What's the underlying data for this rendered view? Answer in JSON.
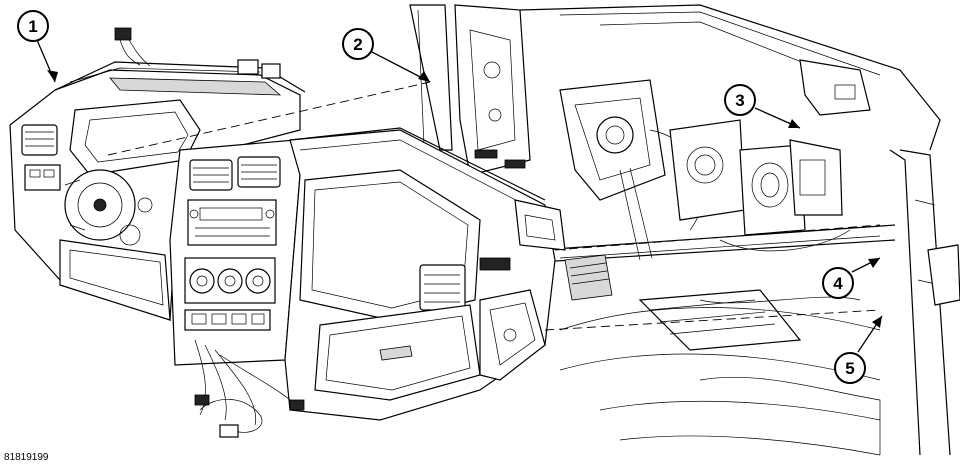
{
  "figure": {
    "id_label": "81819199"
  },
  "callouts": [
    {
      "number": "1"
    },
    {
      "number": "2"
    },
    {
      "number": "3"
    },
    {
      "number": "4"
    },
    {
      "number": "5"
    }
  ],
  "colors": {
    "ink": "#000000",
    "paper": "#ffffff",
    "shade": "#d8d8d8"
  }
}
